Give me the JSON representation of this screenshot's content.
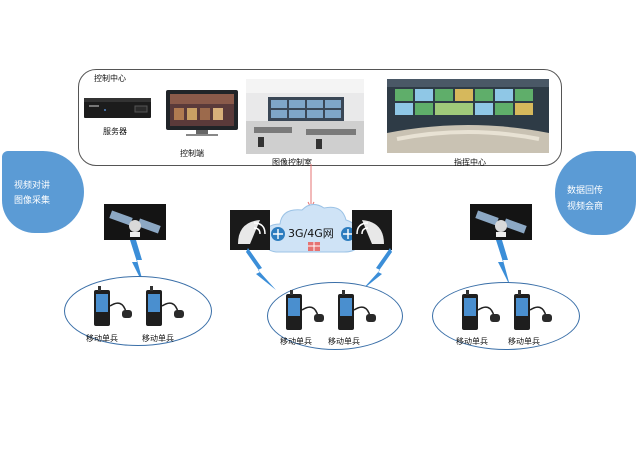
{
  "control_center": {
    "title": "控制中心",
    "server_label": "服务器",
    "console_label": "控制端",
    "image_room_label": "图像控制室",
    "command_center_label": "指挥中心"
  },
  "left_bubble": {
    "line1": "视频对讲",
    "line2": "图像采集"
  },
  "right_bubble": {
    "line1": "数据回传",
    "line2": "视频会商"
  },
  "network": {
    "label": "3G/4G网"
  },
  "units": {
    "left": [
      "移动单兵",
      "移动单兵"
    ],
    "center": [
      "移动单兵",
      "移动单兵"
    ],
    "right": [
      "移动单兵",
      "移动单兵"
    ]
  },
  "colors": {
    "bubble": "#5b9bd5",
    "bolt": "#3b8ed8",
    "cloud": "#cfe3f6",
    "link": "#e57373"
  }
}
